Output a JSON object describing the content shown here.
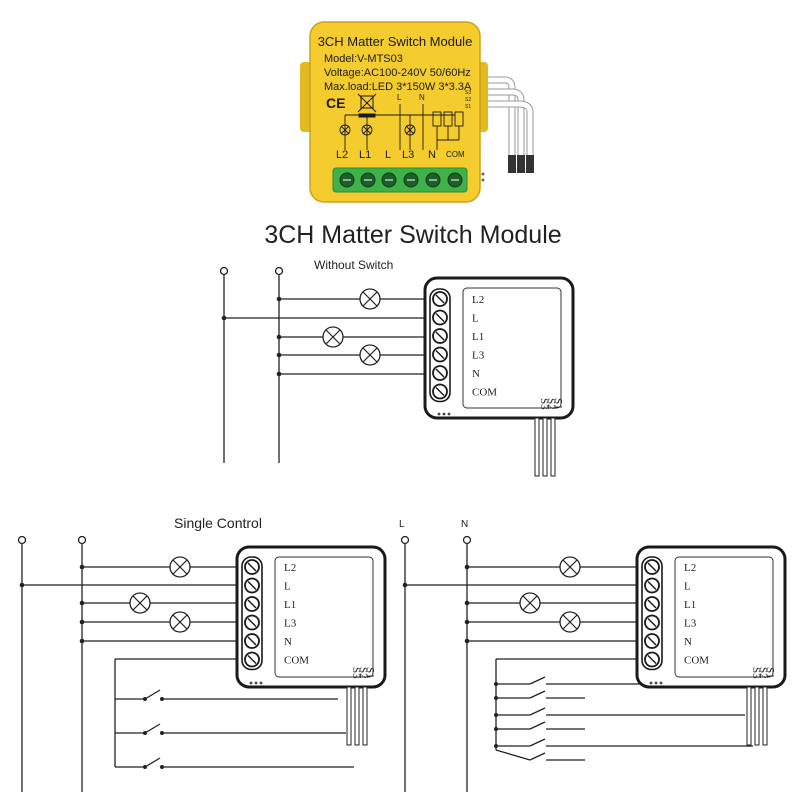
{
  "module": {
    "title": "3CH Matter Switch Module",
    "model": "Model:V-MTS03",
    "voltage": "Voltage:AC100-240V 50/60Hz",
    "maxload": "Max.load:LED 3*150W 3*3.3A",
    "ce_mark": "CE",
    "top_terminals": [
      "L",
      "N"
    ],
    "bottom_labels": [
      "L2",
      "L1",
      "L",
      "L3",
      "N",
      "COM"
    ],
    "side_labels": [
      "S3",
      "S2",
      "S1"
    ],
    "colors": {
      "housing": "#f4cc2e",
      "terminal_block": "#3fb34a"
    }
  },
  "heading": "3CH Matter Switch Module",
  "diagrams": {
    "without_switch": {
      "title": "Without Switch"
    },
    "single_control": {
      "title": "Single Control"
    },
    "dual_control": {
      "supply": [
        "L",
        "N"
      ]
    }
  },
  "terminals": [
    "L2",
    "L",
    "L1",
    "L3",
    "N",
    "COM"
  ],
  "switch_inputs": [
    "S3",
    "S2",
    "S1"
  ]
}
